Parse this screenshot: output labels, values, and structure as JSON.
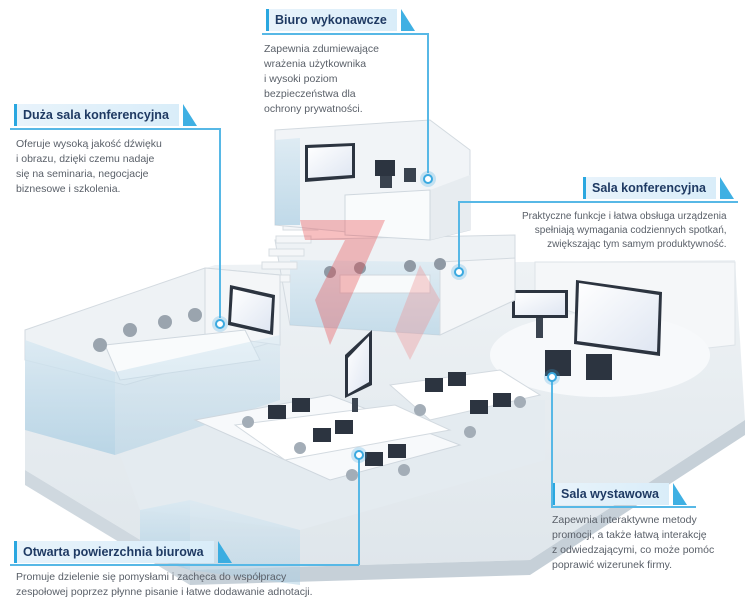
{
  "zones": {
    "executive_office": {
      "title": "Biuro wykonawcze",
      "description": [
        "Zapewnia zdumiewające",
        "wrażenia użytkownika",
        "i wysoki poziom",
        "bezpieczeństwa dla",
        "ochrony prywatności."
      ]
    },
    "large_conference": {
      "title": "Duża sala konferencyjna",
      "description": [
        "Oferuje wysoką jakość dźwięku",
        "i obrazu, dzięki czemu nadaje",
        "się na seminaria, negocjacje",
        "biznesowe i szkolenia."
      ]
    },
    "conference_room": {
      "title": "Sala konferencyjna",
      "description": [
        "Praktyczne funkcje i łatwa obsługa urządzenia",
        "spełniają wymagania codziennych spotkań,",
        "zwiększając tym samym produktywność."
      ]
    },
    "exhibition_room": {
      "title": "Sala wystawowa",
      "description": [
        "Zapewnia interaktywne metody",
        "promocji, a także łatwą interakcję",
        "z odwiedzającymi, co może pomóc",
        "poprawić wizerunek firmy."
      ]
    },
    "open_office": {
      "title": "Otwarta powierzchnia biurowa",
      "description": [
        "Promuje dzielenie się pomysłami i zachęca do współpracy",
        "zespołowej poprzez płynne pisanie i łatwe dodawanie adnotacji."
      ]
    }
  },
  "colors": {
    "accent": "#2aa7e0",
    "label_text": "#1f3a63",
    "glass": "#bcd9ea",
    "floor": "#e9eef2",
    "wall": "#f3f6f8",
    "logo": "#e8474a"
  }
}
